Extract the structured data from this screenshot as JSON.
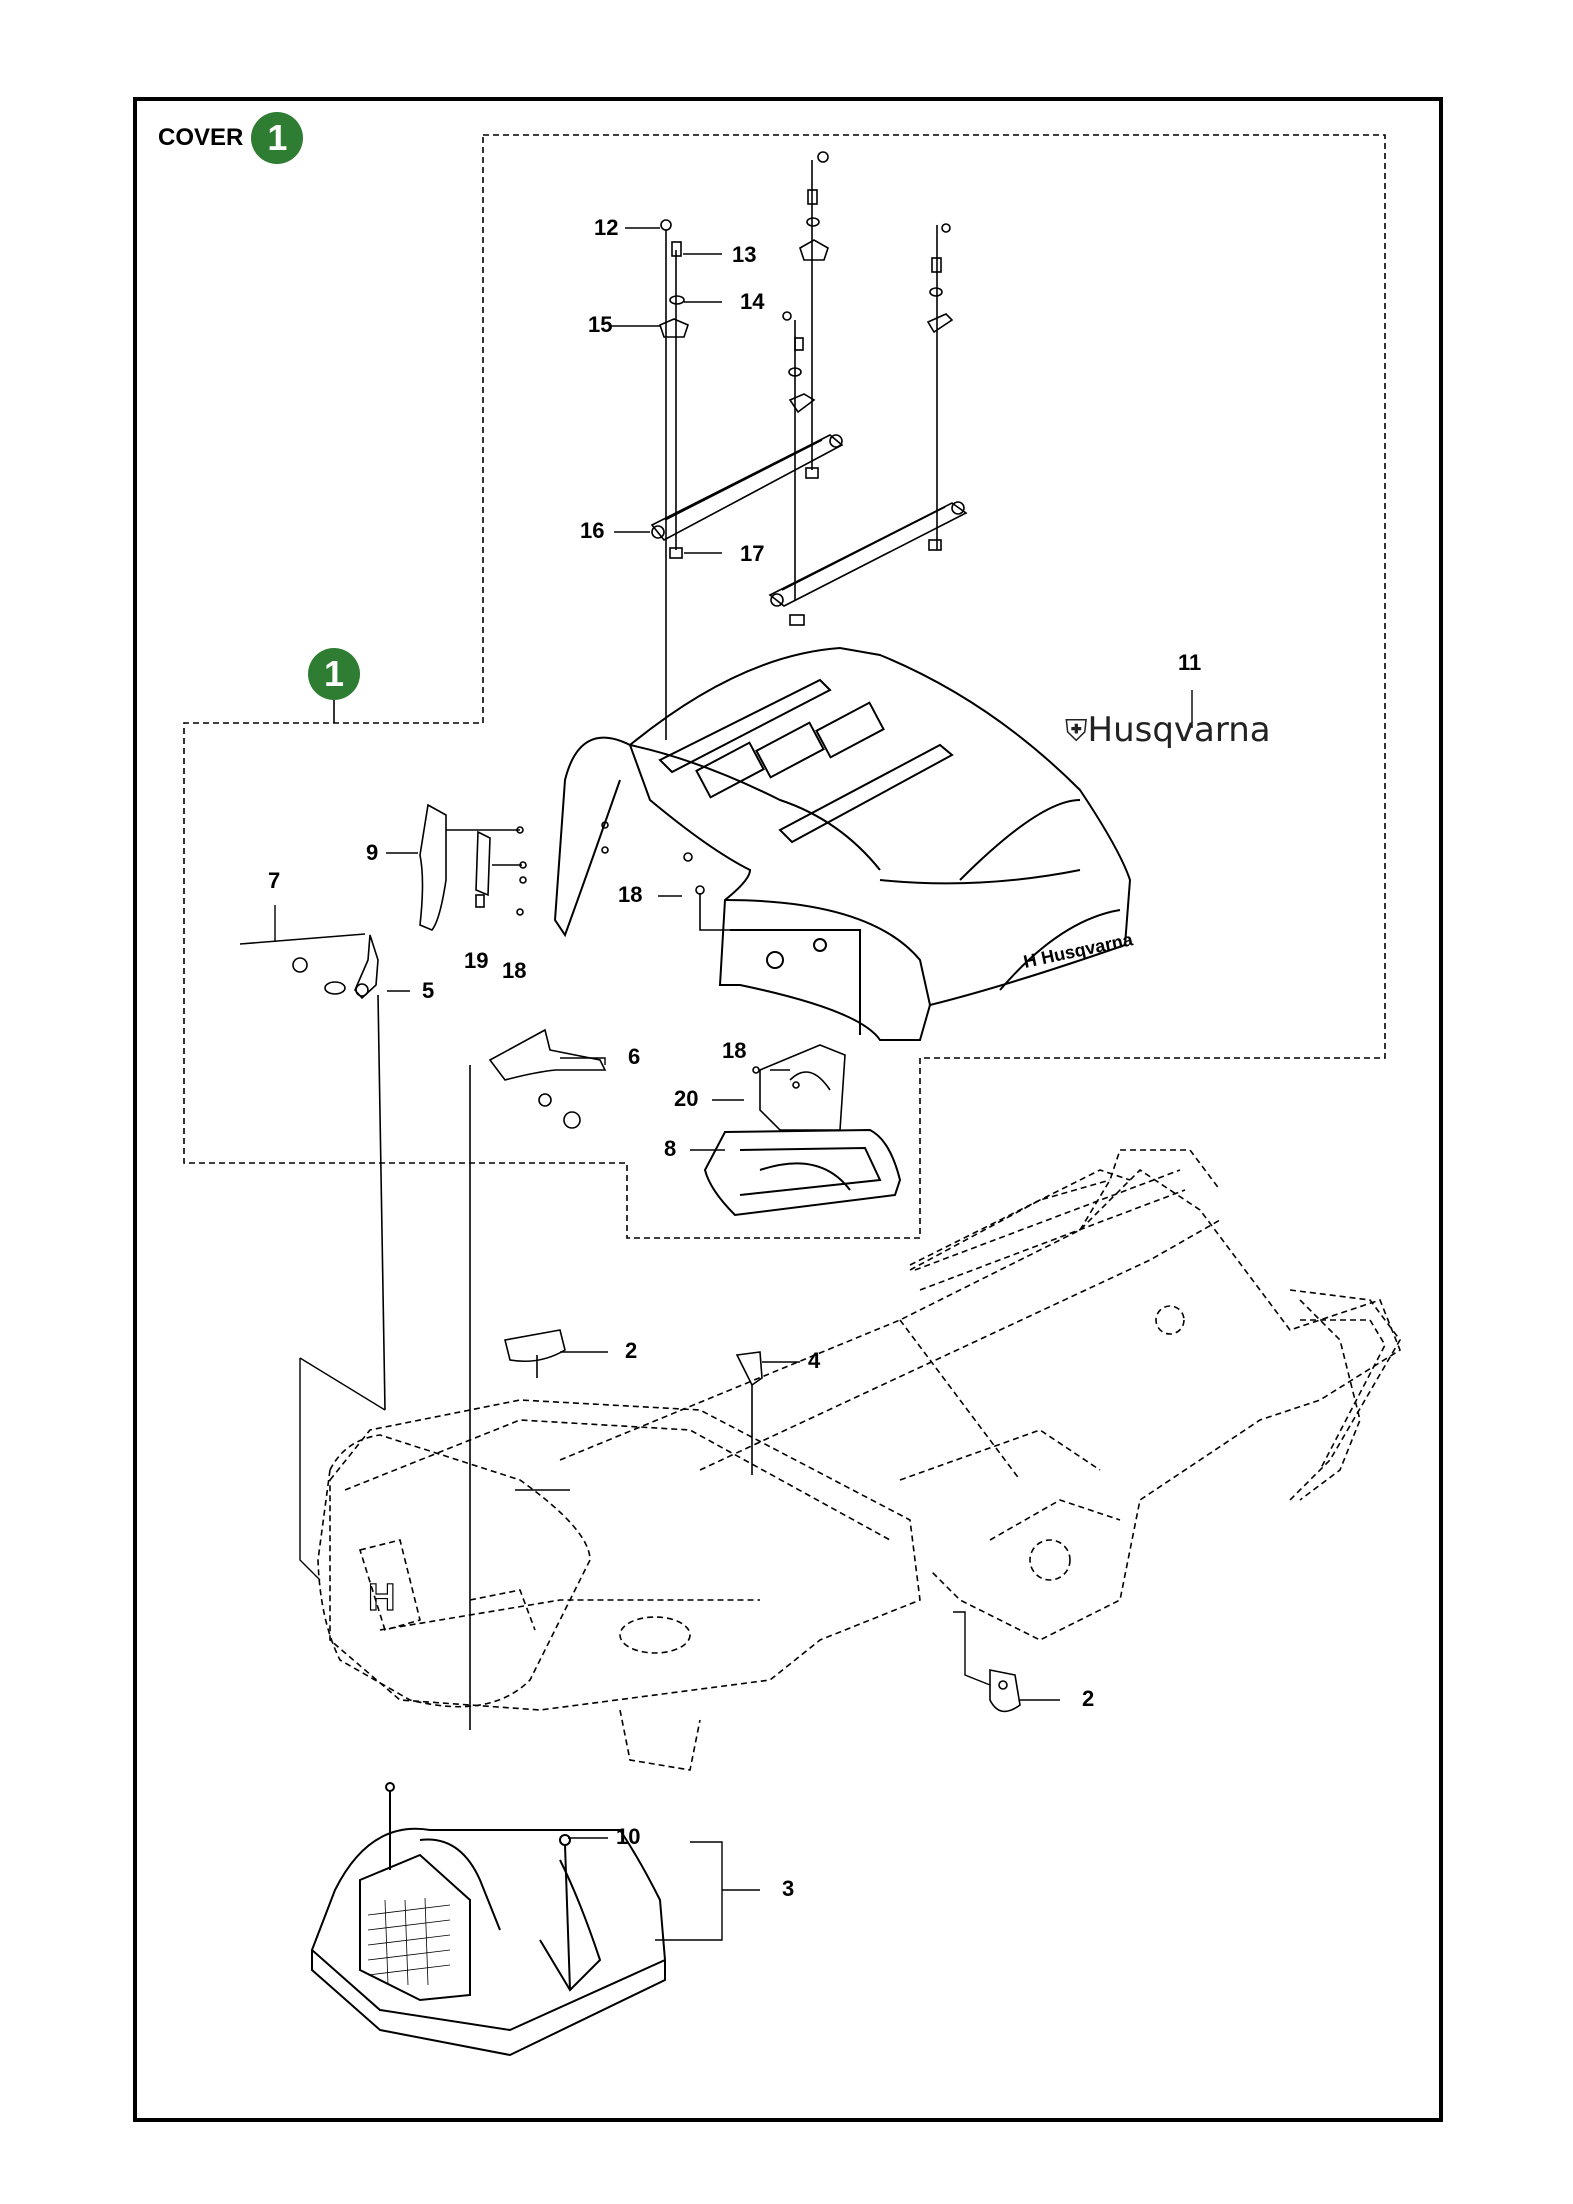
{
  "page": {
    "heading_label": "COVER",
    "heading_badge": "1",
    "group_badge": "1",
    "brand_label": "Husqvarna",
    "accent_color": "#2e7d32"
  },
  "callouts": [
    {
      "id": "c12",
      "text": "12"
    },
    {
      "id": "c13",
      "text": "13"
    },
    {
      "id": "c14",
      "text": "14"
    },
    {
      "id": "c15",
      "text": "15"
    },
    {
      "id": "c16",
      "text": "16"
    },
    {
      "id": "c17",
      "text": "17"
    },
    {
      "id": "c11",
      "text": "11"
    },
    {
      "id": "c9",
      "text": "9"
    },
    {
      "id": "c7",
      "text": "7"
    },
    {
      "id": "c18a",
      "text": "18"
    },
    {
      "id": "c19",
      "text": "19"
    },
    {
      "id": "c18b",
      "text": "18"
    },
    {
      "id": "c5",
      "text": "5"
    },
    {
      "id": "c6",
      "text": "6"
    },
    {
      "id": "c18c",
      "text": "18"
    },
    {
      "id": "c20",
      "text": "20"
    },
    {
      "id": "c8",
      "text": "8"
    },
    {
      "id": "c2a",
      "text": "2"
    },
    {
      "id": "c4",
      "text": "4"
    },
    {
      "id": "c2b",
      "text": "2"
    },
    {
      "id": "c10",
      "text": "10"
    },
    {
      "id": "c3",
      "text": "3"
    }
  ]
}
